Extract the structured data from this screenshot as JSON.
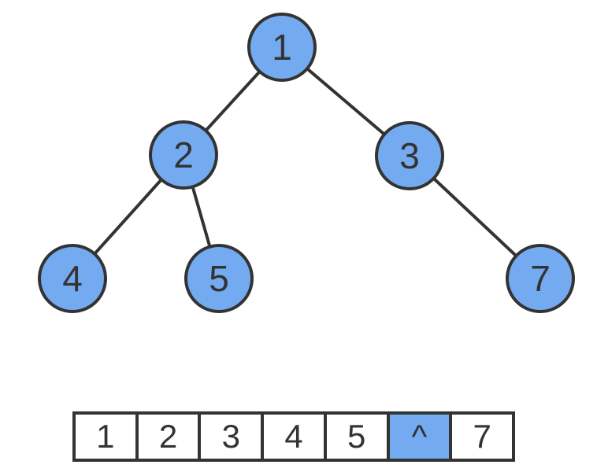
{
  "colors": {
    "node_fill": "#74ABF0",
    "stroke": "#333333",
    "text": "#333333",
    "highlight_cell_fill": "#74ABF0",
    "cell_background": "#FFFFFF"
  },
  "tree": {
    "nodes": [
      {
        "label": "1"
      },
      {
        "label": "2"
      },
      {
        "label": "3"
      },
      {
        "label": "4"
      },
      {
        "label": "5"
      },
      {
        "label": "7"
      }
    ],
    "edges": [
      {
        "from": "1",
        "to": "2"
      },
      {
        "from": "1",
        "to": "3"
      },
      {
        "from": "2",
        "to": "4"
      },
      {
        "from": "2",
        "to": "5"
      },
      {
        "from": "3",
        "to": "7"
      }
    ]
  },
  "array": {
    "cells": [
      {
        "value": "1"
      },
      {
        "value": "2"
      },
      {
        "value": "3"
      },
      {
        "value": "4"
      },
      {
        "value": "5"
      },
      {
        "value": "^"
      },
      {
        "value": "7"
      }
    ],
    "highlight_index": 5
  }
}
